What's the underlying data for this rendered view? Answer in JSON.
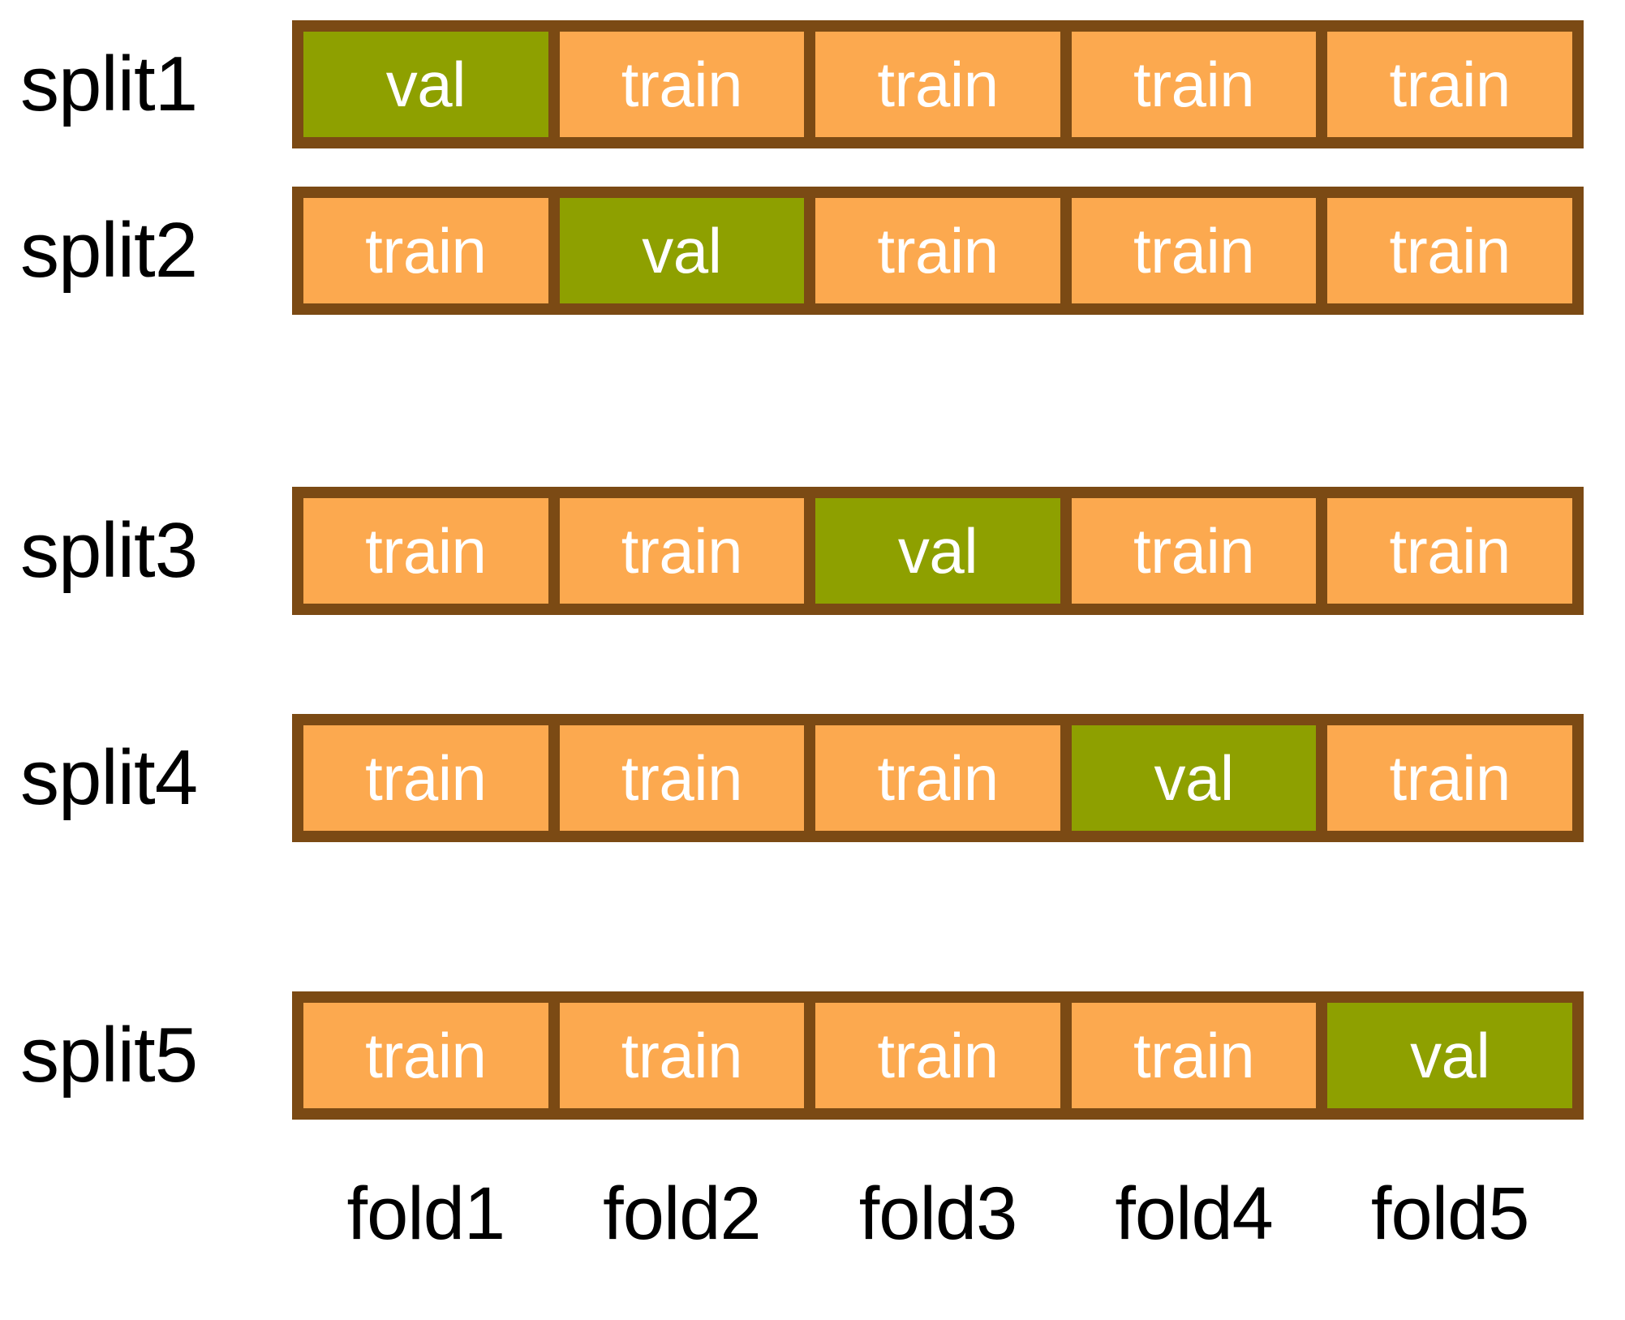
{
  "figure": {
    "title": "5-fold cross-validation split diagram",
    "colors": {
      "border": "#7B4A14",
      "train": "#FCA94F",
      "val": "#8EA000",
      "text_on_cell": "#FFFFFF",
      "label_text": "#000000",
      "background": "#FFFFFF"
    }
  },
  "chart_data": {
    "type": "table",
    "title": "",
    "xlabel": "",
    "ylabel": "",
    "grid": false,
    "legend": "none",
    "row_labels": [
      "split1",
      "split2",
      "split3",
      "split4",
      "split5"
    ],
    "column_labels": [
      "fold1",
      "fold2",
      "fold3",
      "fold4",
      "fold5"
    ],
    "cell_values": [
      [
        "val",
        "train",
        "train",
        "train",
        "train"
      ],
      [
        "train",
        "val",
        "train",
        "train",
        "train"
      ],
      [
        "train",
        "train",
        "val",
        "train",
        "train"
      ],
      [
        "train",
        "train",
        "train",
        "val",
        "train"
      ],
      [
        "train",
        "train",
        "train",
        "train",
        "val"
      ]
    ]
  },
  "splits": [
    {
      "label": "split1",
      "cells": [
        {
          "text": "val",
          "role": "val"
        },
        {
          "text": "train",
          "role": "train"
        },
        {
          "text": "train",
          "role": "train"
        },
        {
          "text": "train",
          "role": "train"
        },
        {
          "text": "train",
          "role": "train"
        }
      ]
    },
    {
      "label": "split2",
      "cells": [
        {
          "text": "train",
          "role": "train"
        },
        {
          "text": "val",
          "role": "val"
        },
        {
          "text": "train",
          "role": "train"
        },
        {
          "text": "train",
          "role": "train"
        },
        {
          "text": "train",
          "role": "train"
        }
      ]
    },
    {
      "label": "split3",
      "cells": [
        {
          "text": "train",
          "role": "train"
        },
        {
          "text": "train",
          "role": "train"
        },
        {
          "text": "val",
          "role": "val"
        },
        {
          "text": "train",
          "role": "train"
        },
        {
          "text": "train",
          "role": "train"
        }
      ]
    },
    {
      "label": "split4",
      "cells": [
        {
          "text": "train",
          "role": "train"
        },
        {
          "text": "train",
          "role": "train"
        },
        {
          "text": "train",
          "role": "train"
        },
        {
          "text": "val",
          "role": "val"
        },
        {
          "text": "train",
          "role": "train"
        }
      ]
    },
    {
      "label": "split5",
      "cells": [
        {
          "text": "train",
          "role": "train"
        },
        {
          "text": "train",
          "role": "train"
        },
        {
          "text": "train",
          "role": "train"
        },
        {
          "text": "train",
          "role": "train"
        },
        {
          "text": "val",
          "role": "val"
        }
      ]
    }
  ],
  "fold_axis": {
    "ticks": [
      "fold1",
      "fold2",
      "fold3",
      "fold4",
      "fold5"
    ]
  },
  "layout": {
    "row_tops": [
      25,
      230,
      600,
      880,
      1222
    ]
  }
}
